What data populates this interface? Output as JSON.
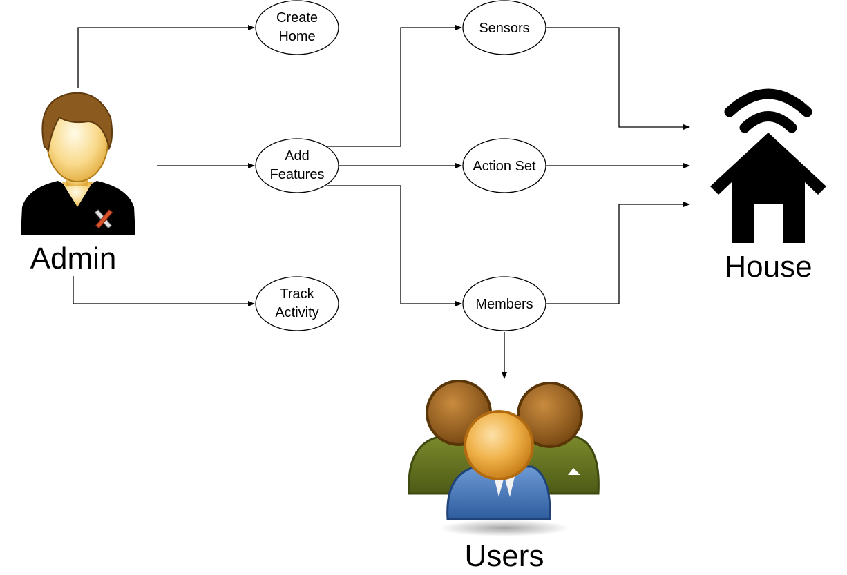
{
  "actors": {
    "admin": "Admin",
    "house": "House",
    "users": "Users"
  },
  "nodes": {
    "create_home": [
      "Create",
      "Home"
    ],
    "add_features": [
      "Add",
      "Features"
    ],
    "track_activity": [
      "Track",
      "Activity"
    ],
    "sensors": "Sensors",
    "action_set": "Action Set",
    "members": "Members"
  },
  "icons": {
    "admin": "admin-person-icon",
    "house": "smart-house-icon",
    "users": "user-group-icon"
  },
  "edges": [
    {
      "from": "Admin",
      "to": "Create Home"
    },
    {
      "from": "Admin",
      "to": "Add Features"
    },
    {
      "from": "Admin",
      "to": "Track Activity"
    },
    {
      "from": "Add Features",
      "to": "Sensors"
    },
    {
      "from": "Add Features",
      "to": "Action Set"
    },
    {
      "from": "Add Features",
      "to": "Members"
    },
    {
      "from": "Sensors",
      "to": "House"
    },
    {
      "from": "Action Set",
      "to": "House"
    },
    {
      "from": "Members",
      "to": "House"
    },
    {
      "from": "Members",
      "to": "Users"
    }
  ]
}
